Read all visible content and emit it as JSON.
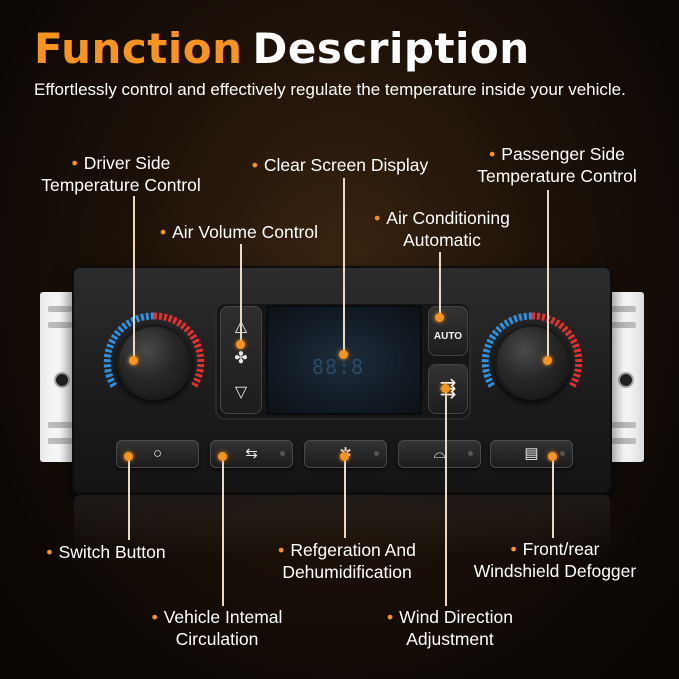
{
  "header": {
    "title_accent": "Function",
    "title_rest": "Description",
    "subtitle": "Effortlessly control and effectively regulate the temperature inside your vehicle."
  },
  "callouts": {
    "driver_temp": [
      "Driver Side",
      "Temperature Control"
    ],
    "clear_display": "Clear Screen Display",
    "passenger_temp": [
      "Passenger Side",
      "Temperature Control"
    ],
    "air_volume": "Air Volume Control",
    "ac_auto": [
      "Air Conditioning",
      "Automatic"
    ],
    "switch_button": "Switch Button",
    "refrigeration": [
      "Refgeration And",
      "Dehumidification"
    ],
    "defogger": [
      "Front/rear",
      "Windshield Defogger"
    ],
    "internal_circ": [
      "Vehicle Intemal",
      "Circulation"
    ],
    "wind_direction": [
      "Wind Direction",
      "Adjustment"
    ]
  },
  "device": {
    "auto_label": "AUTO",
    "screen_readout": "88:8"
  },
  "colors": {
    "accent": "#f7931e",
    "cold": "#2f8fe0",
    "hot": "#e53030",
    "background": "#1c1108"
  },
  "icons": {
    "fan_up": "triangle-up-icon",
    "fan": "fan-icon",
    "fan_down": "triangle-down-icon",
    "power": "circle-icon",
    "recirculation": "car-recirculation-icon",
    "ac": "snowflake-icon",
    "front_defrost": "front-defrost-icon",
    "rear_defrost": "rear-defrost-icon",
    "wind_direction": "airflow-person-icon"
  }
}
